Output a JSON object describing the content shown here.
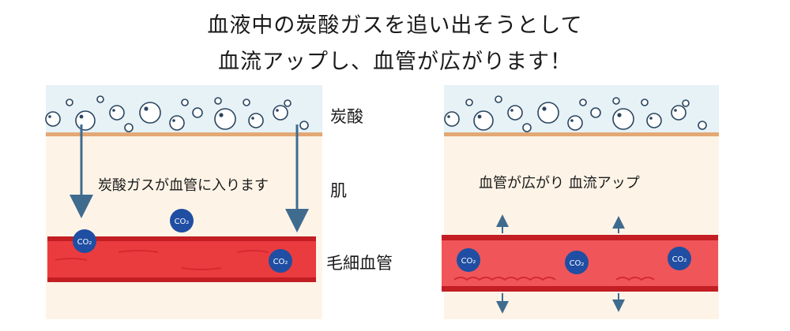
{
  "title": {
    "line1": "血液中の炭酸ガスを追い出そうとして",
    "line2": "血流アップし、血管が広がります！"
  },
  "labels": {
    "carbonated": "炭酸",
    "skin": "肌",
    "capillary": "毛細血管"
  },
  "left_panel": {
    "caption": "炭酸ガスが血管に入ります",
    "molecule": "CO₂"
  },
  "right_panel": {
    "caption": "血管が広がり 血流アップ",
    "molecule": "CO₂"
  },
  "colors": {
    "bubble_layer": "#e6f2f6",
    "skin_layer": "#fdf4e7",
    "skin_line": "#e3a874",
    "vessel": "#ea3b3f",
    "vessel_dark": "#c21e24",
    "molecule": "#1f4ea3",
    "arrow": "#3f6b8f"
  }
}
